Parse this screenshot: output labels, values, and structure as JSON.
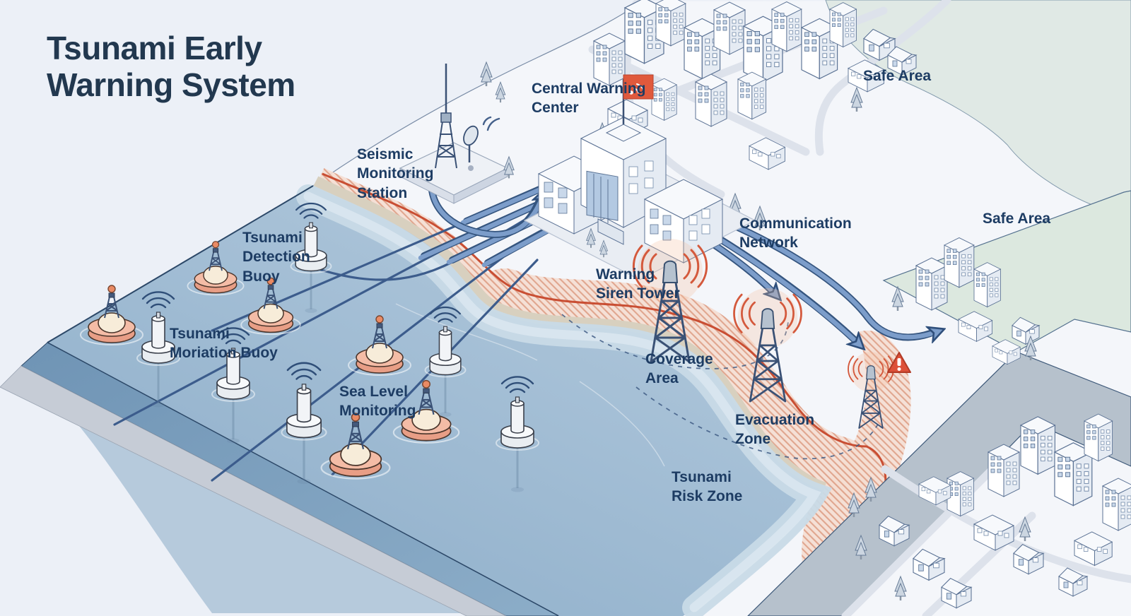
{
  "title": {
    "text": "Tsunami Early\nWarning System"
  },
  "labels": {
    "seismic_station": "Seismic\nMonitoring\nStation",
    "central_warning_center": "Central Warning\nCenter",
    "safe_area_top": "Safe Area",
    "safe_area_right": "Safe Area",
    "tsunami_detection_buoy": "Tsunami\nDetection\nBuoy",
    "tsunami_moriation_buoy": "Tsunami\nMoriation Buoy",
    "sea_level_monitoring": "Sea Level\nMonitoring",
    "communication_network": "Communication\nNetwork",
    "warning_siren_tower": "Warning\nSiren Tower",
    "coverage_area": "Coverage\nArea",
    "evacuation_zone": "Evacuation\nZone",
    "tsunami_risk_zone": "Tsunami\nRisk Zone"
  },
  "icons": {
    "signal_waves": "wifi-arcs",
    "alert_flag": "red-flag-with-wifi",
    "warning_triangle": "red-triangle-exclamation",
    "siren": "radiating-red-arcs",
    "satellite_dish": "dish-on-mast",
    "detection_buoy": "orange-ring-buoy-with-mast",
    "monitoring_buoy": "white-cylinder-buoy"
  },
  "colors": {
    "background": "#ecf0f7",
    "land": "#f4f6fa",
    "ocean_deep": "#7fa3c2",
    "ocean_mid": "#a3bed5",
    "ocean_shallow": "#c8dae7",
    "beach": "#d8d0bf",
    "risk_line": "#c94e33",
    "risk_hatch": "#dc9b82",
    "safe_area_green": "#dce8df",
    "cliff_gray": "#b6c1cc",
    "arrow_blue": "#7c9dca",
    "arrow_dark": "#35557f",
    "buoy_orange": "#f2b29c",
    "tower_navy": "#3a5175",
    "alert_red": "#d9503a",
    "text_navy": "#1d3c63",
    "title_navy": "#22384f"
  }
}
